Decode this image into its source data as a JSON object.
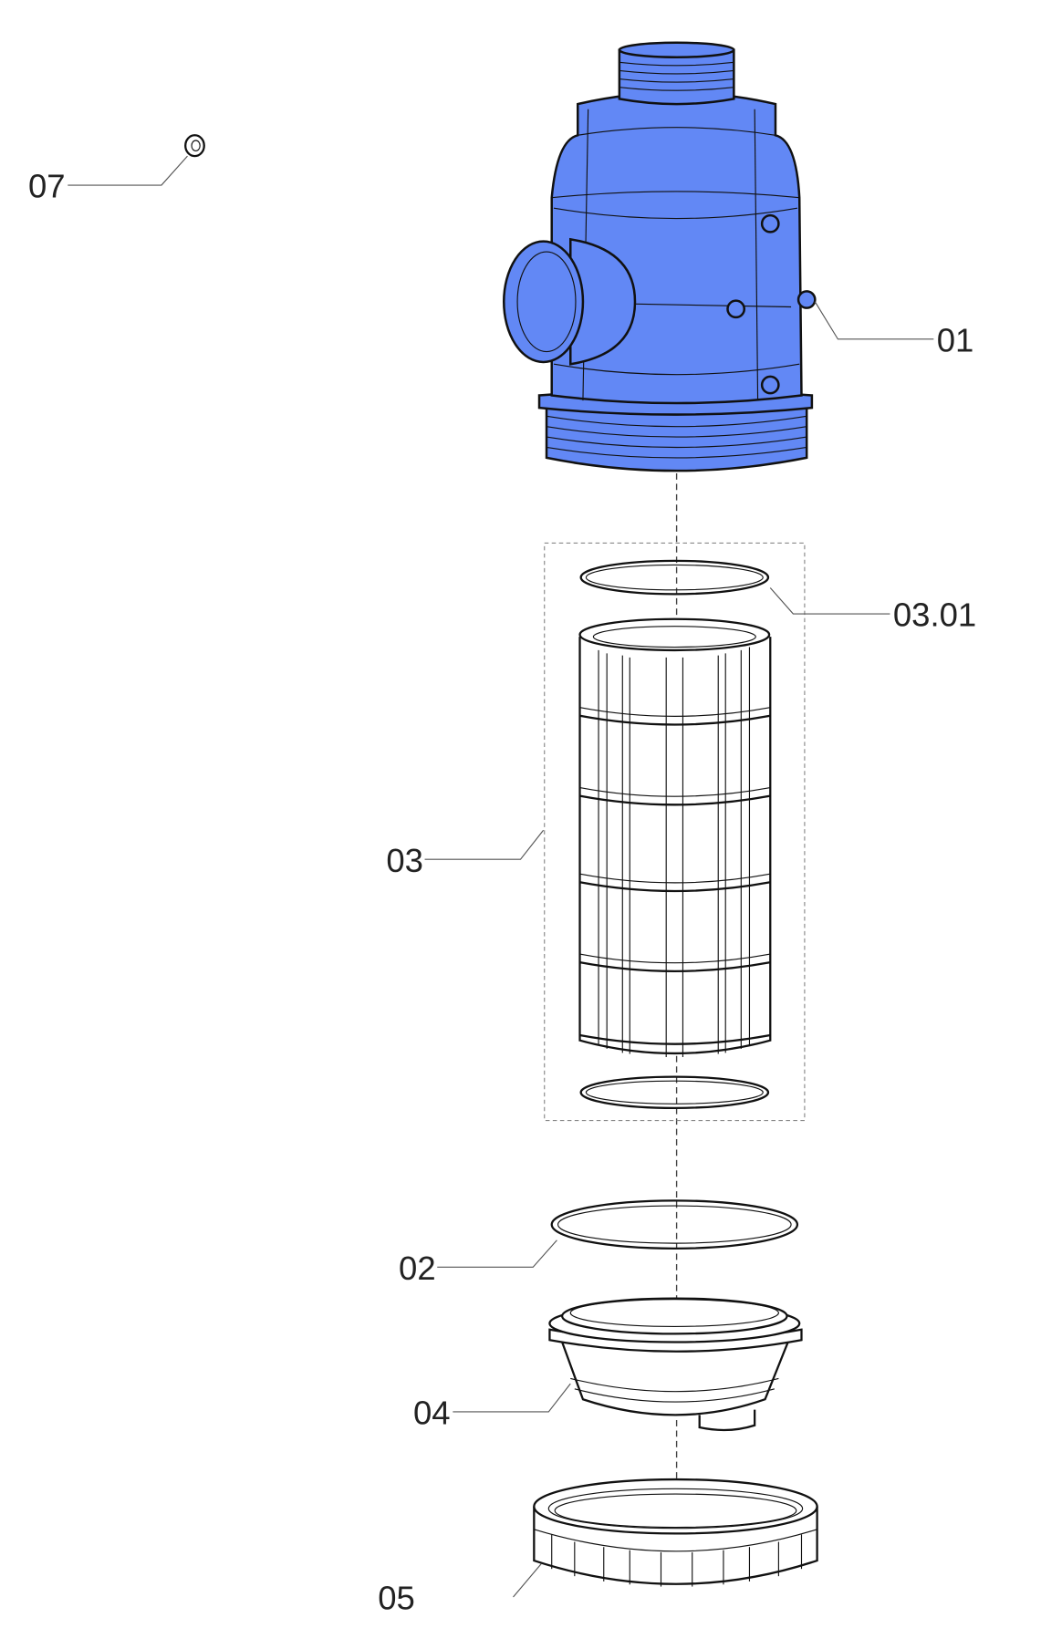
{
  "diagram": {
    "type": "exploded-parts-view",
    "colors": {
      "housing": "#6288f5",
      "line": "#111111",
      "background": "#ffffff"
    },
    "labels": {
      "p07": "07",
      "p01": "01",
      "p0301": "03.01",
      "p03": "03",
      "p02": "02",
      "p04": "04",
      "p05": "05"
    }
  }
}
